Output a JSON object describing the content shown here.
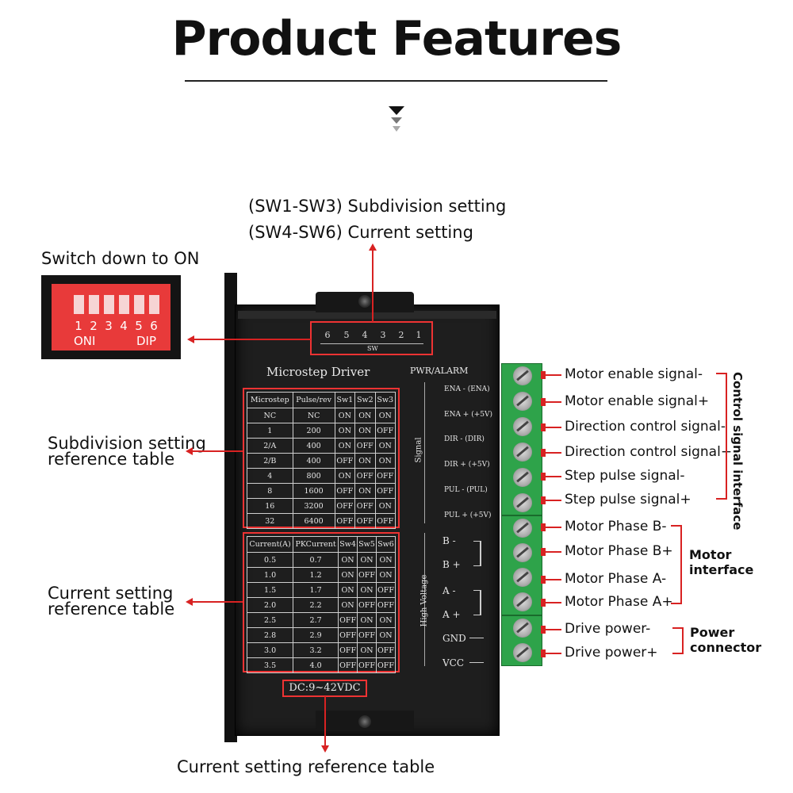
{
  "title": "Product Features",
  "callouts": {
    "sw1_sw3": "(SW1-SW3) Subdivision setting",
    "sw4_sw6": "(SW4-SW6) Current setting",
    "switch_down": "Switch down to ON",
    "subdivision_ref_line1": "Subdivision setting",
    "subdivision_ref_line2": "reference table",
    "current_ref_line1": "Current setting",
    "current_ref_line2": "reference table",
    "bottom": "Current setting reference table"
  },
  "dip_photo": {
    "numbers": [
      "1",
      "2",
      "3",
      "4",
      "5",
      "6"
    ],
    "on_label": "ONI",
    "dip_label": "DIP"
  },
  "driver": {
    "sw_numbers": [
      "6",
      "5",
      "4",
      "3",
      "2",
      "1"
    ],
    "sw_label": "SW",
    "name": "Microstep Driver",
    "pwr_alarm": "PWR/ALARM",
    "dc_label": "DC:9~42VDC",
    "signal_group": "Signal",
    "high_voltage_group": "High Voltage",
    "signal_pins": [
      "ENA - (ENA)",
      "ENA + (+5V)",
      "DIR - (DIR)",
      "DIR + (+5V)",
      "PUL - (PUL)",
      "PUL + (+5V)"
    ],
    "power_pins": [
      "B -",
      "B +",
      "A -",
      "A +",
      "GND",
      "VCC"
    ]
  },
  "subdivision_table": {
    "headers": [
      "Microstep",
      "Pulse/rev",
      "Sw1",
      "Sw2",
      "Sw3"
    ],
    "rows": [
      [
        "NC",
        "NC",
        "ON",
        "ON",
        "ON"
      ],
      [
        "1",
        "200",
        "ON",
        "ON",
        "OFF"
      ],
      [
        "2/A",
        "400",
        "ON",
        "OFF",
        "ON"
      ],
      [
        "2/B",
        "400",
        "OFF",
        "ON",
        "ON"
      ],
      [
        "4",
        "800",
        "ON",
        "OFF",
        "OFF"
      ],
      [
        "8",
        "1600",
        "OFF",
        "ON",
        "OFF"
      ],
      [
        "16",
        "3200",
        "OFF",
        "OFF",
        "ON"
      ],
      [
        "32",
        "6400",
        "OFF",
        "OFF",
        "OFF"
      ]
    ]
  },
  "current_table": {
    "headers": [
      "Current(A)",
      "PKCurrent",
      "Sw4",
      "Sw5",
      "Sw6"
    ],
    "rows": [
      [
        "0.5",
        "0.7",
        "ON",
        "ON",
        "ON"
      ],
      [
        "1.0",
        "1.2",
        "ON",
        "OFF",
        "ON"
      ],
      [
        "1.5",
        "1.7",
        "ON",
        "ON",
        "OFF"
      ],
      [
        "2.0",
        "2.2",
        "ON",
        "OFF",
        "OFF"
      ],
      [
        "2.5",
        "2.7",
        "OFF",
        "ON",
        "ON"
      ],
      [
        "2.8",
        "2.9",
        "OFF",
        "OFF",
        "ON"
      ],
      [
        "3.0",
        "3.2",
        "OFF",
        "ON",
        "OFF"
      ],
      [
        "3.5",
        "4.0",
        "OFF",
        "OFF",
        "OFF"
      ]
    ]
  },
  "terminals": [
    "Motor enable signal-",
    "Motor enable signal+",
    "Direction control signal-",
    "Direction control signal+",
    "Step pulse signal-",
    "Step pulse signal+",
    "Motor Phase B-",
    "Motor Phase B+",
    "Motor Phase A-",
    "Motor Phase A+",
    "Drive power-",
    "Drive power+"
  ],
  "groups": {
    "control": "Control signal interface",
    "motor_line1": "Motor",
    "motor_line2": "interface",
    "power_line1": "Power",
    "power_line2": "connector"
  },
  "colors": {
    "accent_red": "#d82222",
    "terminal_green": "#2ea34a",
    "dip_red": "#e83a3a",
    "driver_body": "#1e1e1e"
  }
}
